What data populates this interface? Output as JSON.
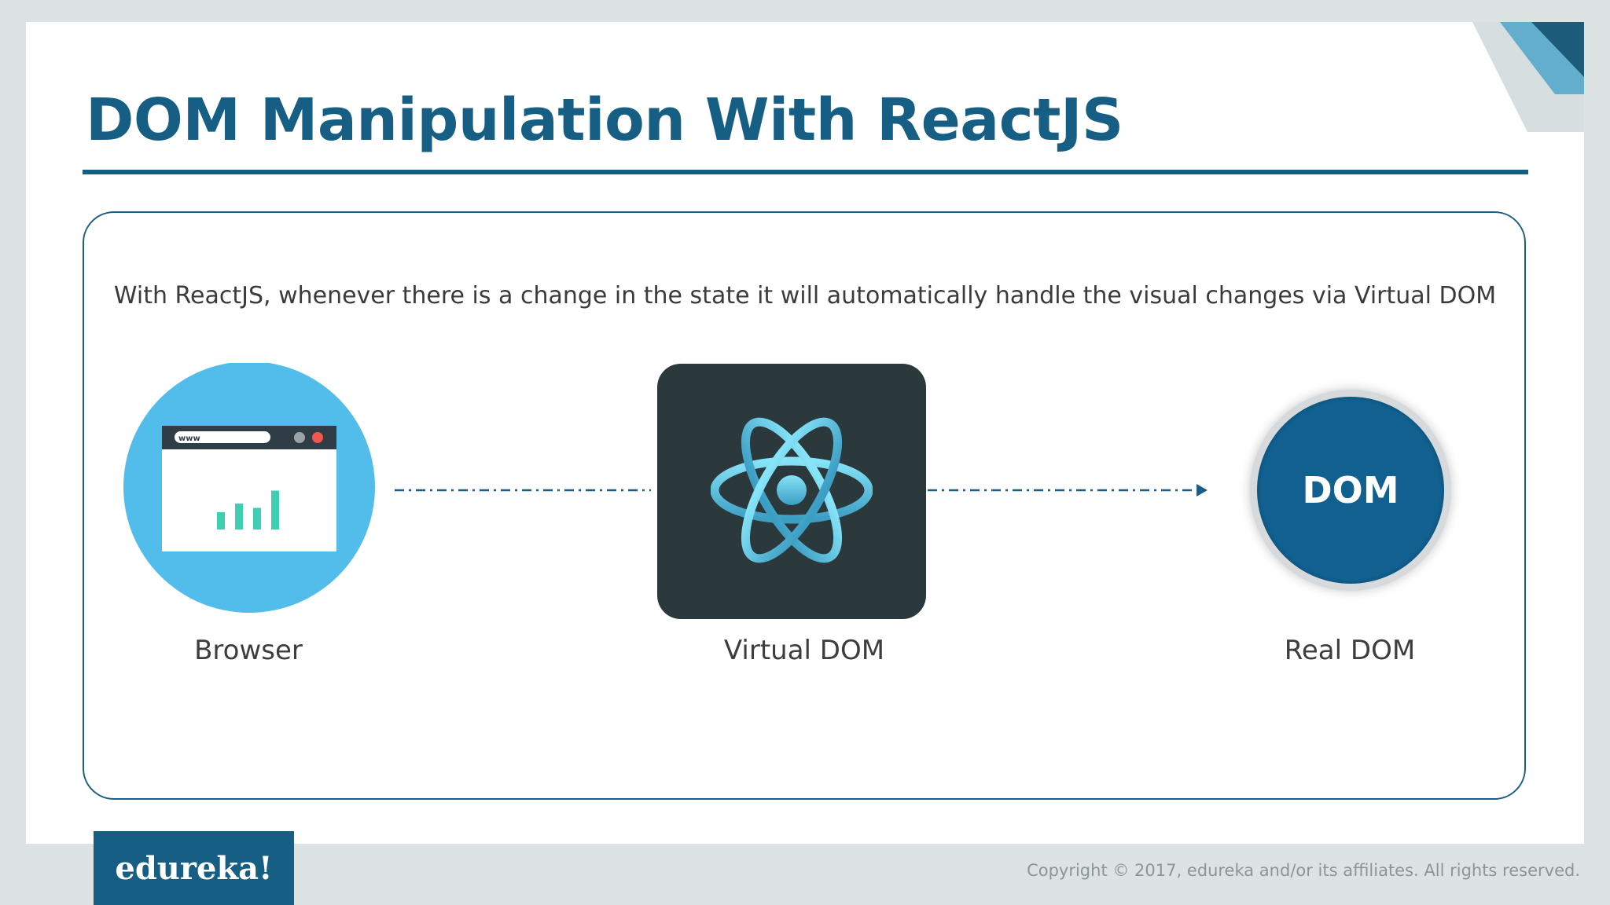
{
  "slide": {
    "title": "DOM Manipulation With ReactJS",
    "caption": "With ReactJS, whenever there is a change in the state it will automatically handle the visual changes via Virtual DOM"
  },
  "diagram": {
    "nodes": [
      {
        "id": "browser",
        "label": "Browser",
        "icon": "browser-window-icon"
      },
      {
        "id": "virtual",
        "label": "Virtual DOM",
        "icon": "react-atom-icon"
      },
      {
        "id": "real",
        "label": "Real DOM",
        "icon": "dom-circle",
        "badge_text": "DOM"
      }
    ],
    "browser_window": {
      "address_text": "www",
      "bar_values": [
        2,
        3,
        2.5,
        4.5
      ]
    },
    "connectors": [
      {
        "from": "browser",
        "to": "virtual",
        "style": "dash-dot",
        "arrowhead": false
      },
      {
        "from": "virtual",
        "to": "real",
        "style": "dash-dot",
        "arrowhead": true
      }
    ]
  },
  "footer": {
    "logo": "edureka!",
    "copyright": "Copyright © 2017, edureka and/or its affiliates. All rights reserved."
  },
  "colors": {
    "primary": "#175e85",
    "browser_circle": "#52bdea",
    "react_tile": "#2c393c",
    "react_atom": "#61d2f4",
    "chart_bars": "#3ecfb2",
    "dom_circle": "#116090"
  }
}
